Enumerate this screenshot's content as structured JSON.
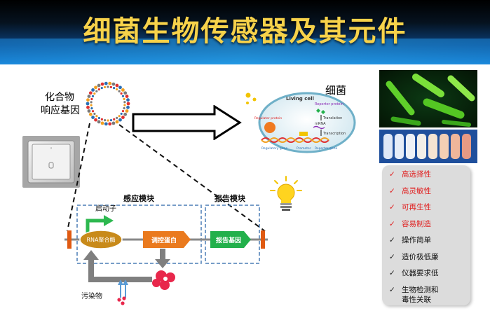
{
  "title": "细菌生物传感器及其元件",
  "labels": {
    "compound_line1": "化合物",
    "compound_line2": "响应基因",
    "bacteria": "细菌",
    "sensing_module": "感应模块",
    "reporter_module": "报告模块",
    "promoter": "启动子",
    "rna_polymerase": "RNA聚合酶",
    "regulatory_protein": "调控蛋白",
    "reporter_gene": "报告基因",
    "pollutant": "污染物"
  },
  "cell_diagram": {
    "title": "Living cell",
    "regulator_protein": "Regulator protein",
    "reporter_protein": "Reporter protein",
    "translation": "Translation",
    "mrna": "mRNA",
    "transcription": "Transcription",
    "regulatory_gene": "Regulatory gene",
    "promoter": "Promoter",
    "reporter_gene": "Reporter gene"
  },
  "features": [
    {
      "label": "高选择性",
      "highlight": true
    },
    {
      "label": "高灵敏性",
      "highlight": true
    },
    {
      "label": "可再生性",
      "highlight": true
    },
    {
      "label": "容易制造",
      "highlight": true
    },
    {
      "label": "操作简单",
      "highlight": false
    },
    {
      "label": "造价极低廉",
      "highlight": false
    },
    {
      "label": "仪器要求低",
      "highlight": false
    },
    {
      "label": "生物检测和",
      "label2": "毒性关联",
      "highlight": false
    }
  ],
  "check_mark": "✓",
  "colors": {
    "title": "#f7d24a",
    "highlight_text": "#e02020",
    "rna_polymerase": "#c88a1a",
    "regulatory_protein": "#ea7a1e",
    "reporter_gene": "#22b04b",
    "promoter_arrow": "#2db84f",
    "protein": "#e8274b",
    "dashed_box": "#4a7db5"
  },
  "icons": {
    "switch": "wall-switch-icon",
    "bulb": "light-bulb-icon",
    "plasmid": "plasmid-ring-icon",
    "arrow": "big-right-arrow-icon"
  }
}
